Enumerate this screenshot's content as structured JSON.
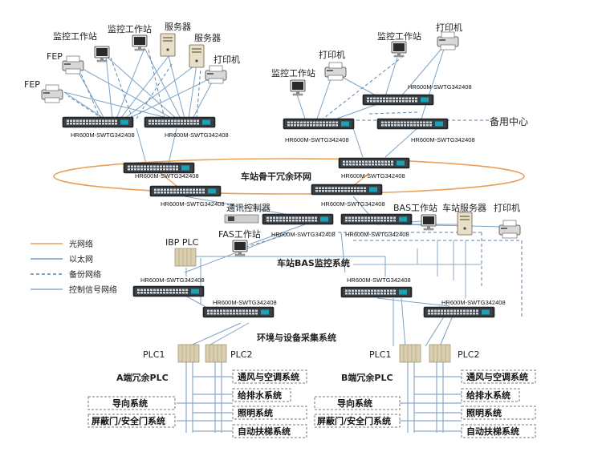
{
  "diagram": {
    "devices": {
      "fep1": "FEP",
      "fep2": "FEP",
      "ws1": "监控工作站",
      "ws2": "监控工作站",
      "srv1": "服务器",
      "srv2": "服务器",
      "prn1": "打印机",
      "prn_backup1": "打印机",
      "ws_backup1": "监控工作站",
      "ws_backup2": "监控工作站",
      "prn_backup2": "打印机",
      "comm_ctrl": "通讯控制器",
      "fas_ws": "FAS工作站",
      "bas_ws": "BAS工作站",
      "station_srv": "车站服务器",
      "prn_bas": "打印机",
      "ibp_plc": "IBP PLC"
    },
    "switch_model": "HR600M-SWTG342408",
    "areas": {
      "backup_center": "备用中心",
      "backbone_ring": "车站骨干冗余环网",
      "bas_system": "车站BAS监控系统",
      "env_collect": "环境与设备采集系统",
      "a_plc": "A端冗余PLC",
      "b_plc": "B端冗余PLC"
    },
    "plc": {
      "a_plc1": "PLC1",
      "a_plc2": "PLC2",
      "b_plc1": "PLC1",
      "b_plc2": "PLC2"
    },
    "subsystems": {
      "vent": "通风与空调系统",
      "water": "给排水系统",
      "guide": "导向系统",
      "light": "照明系统",
      "door": "屏蔽门/安全门系统",
      "escalator": "自动扶梯系统"
    },
    "legend": [
      {
        "label": "光网络",
        "color": "#e8a15a",
        "style": "solid"
      },
      {
        "label": "以太网",
        "color": "#6e9ec6",
        "style": "solid"
      },
      {
        "label": "备份网络",
        "color": "#5b86ad",
        "style": "dashed"
      },
      {
        "label": "控制信号网络",
        "color": "#8aa9c9",
        "style": "solid"
      }
    ]
  }
}
